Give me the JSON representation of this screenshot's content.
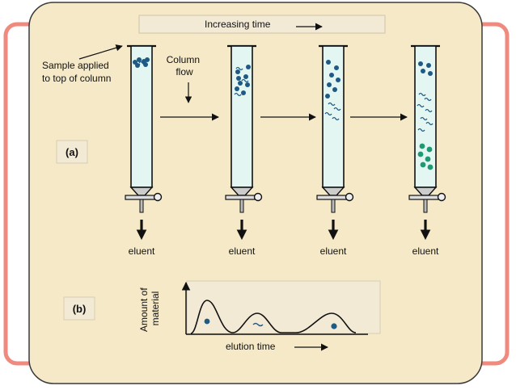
{
  "header": {
    "title": "Increasing time"
  },
  "labels": {
    "sample": [
      "Sample applied",
      "to top of column"
    ],
    "column_flow": [
      "Column",
      "flow"
    ],
    "panel_a": "(a)",
    "panel_b": "(b)",
    "eluent": "eluent"
  },
  "columns": [
    {
      "stage": 1,
      "contents": "mixed sample at top"
    },
    {
      "stage": 2,
      "contents": "molecules separating"
    },
    {
      "stage": 3,
      "contents": "further separation"
    },
    {
      "stage": 4,
      "contents": "separated bands"
    }
  ],
  "graph": {
    "ylabel": [
      "Amount of",
      "material"
    ],
    "xlabel": "elution time",
    "peaks": 3
  },
  "colors": {
    "frame": "#f08a7e",
    "panel_bg": "#f5e9c8",
    "column_fill": "#e3f6f2",
    "molecule_blue": "#1f5a85",
    "molecule_green": "#1e9a72",
    "title_box": "#f3ead6"
  }
}
